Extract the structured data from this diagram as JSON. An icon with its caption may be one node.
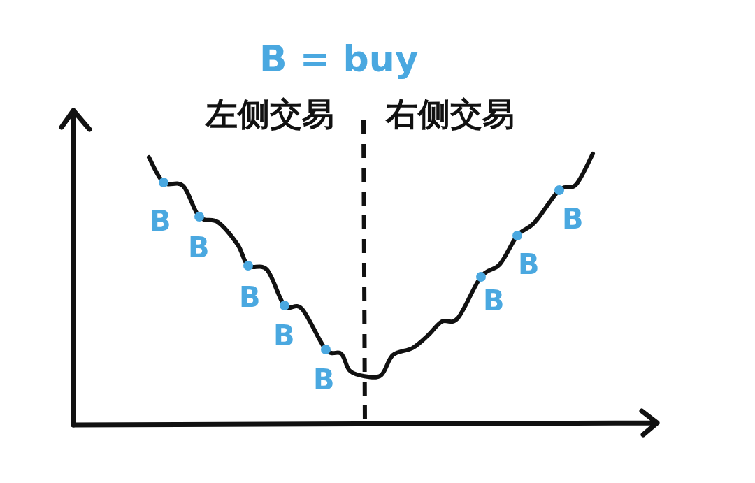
{
  "diagram": {
    "title": "B = buy",
    "labels": [
      "左侧交易",
      "右侧交易",
      "B",
      "B",
      "B",
      "B",
      "B",
      "B",
      "B",
      "B"
    ]
  }
}
